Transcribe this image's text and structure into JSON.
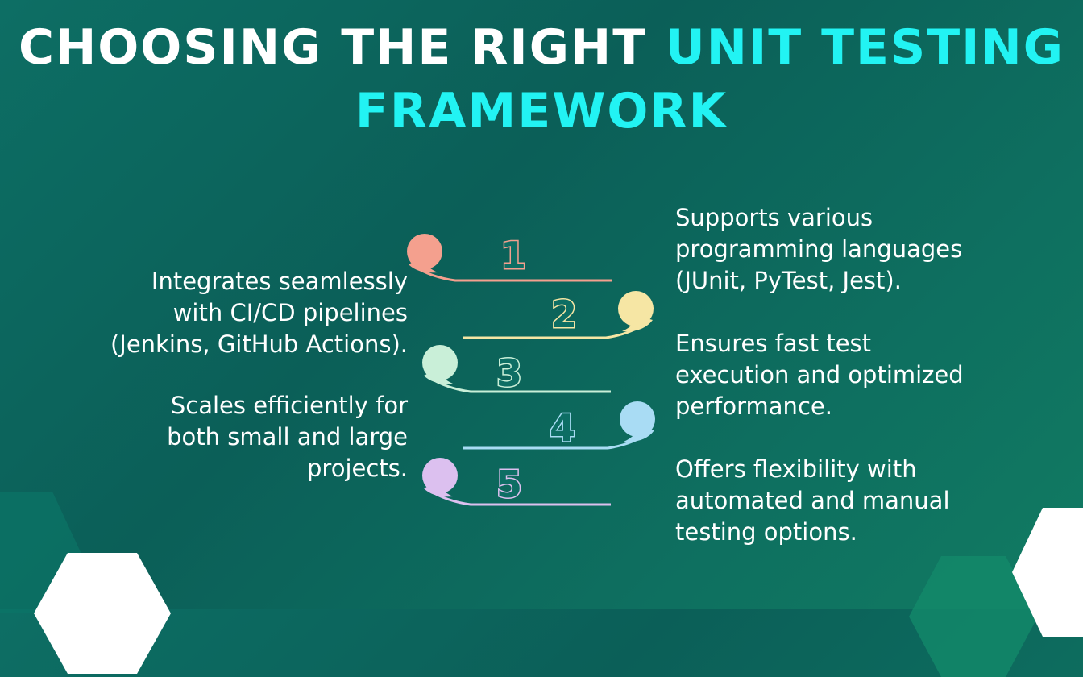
{
  "title": {
    "line1_white": "CHOOSING THE RIGHT ",
    "line1_highlight": "UNIT TESTING",
    "line2_highlight": "FRAMEWORK"
  },
  "left_texts": [
    "Integrates seamlessly\nwith CI/CD pipelines\n(Jenkins, GitHub Actions).",
    "Scales efficiently for\nboth small and large\nprojects."
  ],
  "right_texts": [
    "Supports various\nprogramming languages\n(JUnit, PyTest, Jest).",
    "Ensures fast test\nexecution and optimized\nperformance.",
    "Offers flexibility with\nautomated and manual\ntesting options."
  ],
  "steps": [
    {
      "number": "1",
      "color": "#f4a08e",
      "side": "left"
    },
    {
      "number": "2",
      "color": "#f6e6a4",
      "side": "right"
    },
    {
      "number": "3",
      "color": "#c9efd8",
      "side": "left"
    },
    {
      "number": "4",
      "color": "#a9dcf4",
      "side": "right"
    },
    {
      "number": "5",
      "color": "#dcc0ef",
      "side": "left"
    }
  ],
  "colors": {
    "background": "#0d6e64",
    "highlight": "#22f3f3",
    "text": "#ffffff"
  },
  "icons": [
    "quote-mark-icon",
    "hexagon-shape"
  ]
}
